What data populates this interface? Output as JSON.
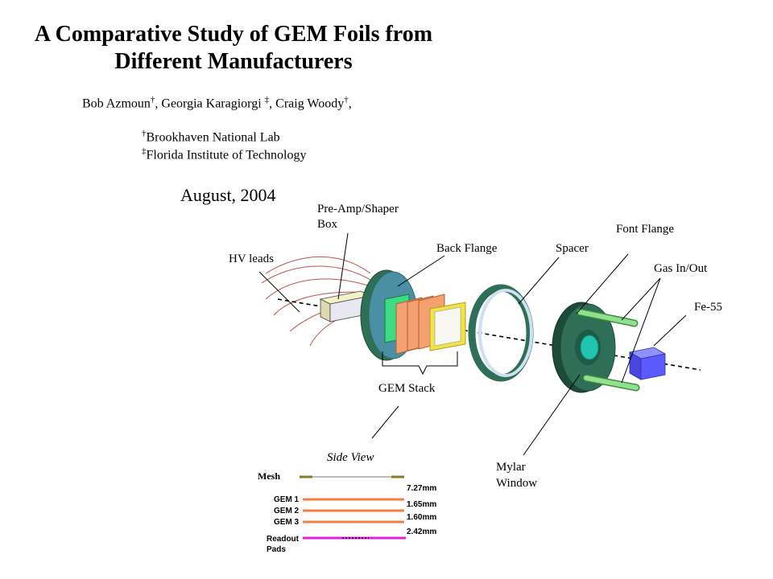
{
  "title": {
    "line1": "A Comparative Study of GEM Foils from",
    "line2": "Different Manufacturers"
  },
  "authors": {
    "a1": "Bob Azmoun",
    "a1_mark": "†",
    "a2": "Georgia Karagiorgi",
    "a2_mark": "‡",
    "a3": "Craig Woody",
    "a3_mark": "†"
  },
  "affiliations": [
    {
      "mark": "†",
      "name": "Brookhaven National Lab"
    },
    {
      "mark": "‡",
      "name": "Florida Institute of Technology"
    }
  ],
  "date": "August, 2004",
  "diagram": {
    "labels": {
      "preamp_line1": "Pre-Amp/Shaper",
      "preamp_line2": "Box",
      "hv_leads": "HV leads",
      "back_flange": "Back Flange",
      "spacer": "Spacer",
      "font_flange": "Font Flange",
      "gas_in_out": "Gas In/Out",
      "fe55": "Fe-55",
      "gem_stack": "GEM Stack",
      "mylar_line1": "Mylar",
      "mylar_line2": "Window"
    },
    "colors": {
      "flange": "#2f6e57",
      "flange_face": "#4b8fa5",
      "gem_green": "#3ddc84",
      "gem_orange": "#f4a070",
      "gem_yellow": "#f2e24a",
      "spacer_ring": "#cfe0f0",
      "source_cube": "#5a5aff",
      "gas_tube": "#8fe08f",
      "window": "#22c4b0"
    }
  },
  "side_view": {
    "title": "Side View",
    "mesh": "Mesh",
    "gem1": "GEM 1",
    "gem2": "GEM 2",
    "gem3": "GEM 3",
    "readout_line1": "Readout",
    "readout_line2": "Pads",
    "gap_mesh_gem1": "7.27mm",
    "gap_gem1_gem2": "1.65mm",
    "gap_gem2_gem3": "1.60mm",
    "gap_gem3_pads": "2.42mm",
    "colors": {
      "mesh": "#bbbbbb",
      "mesh_end": "#8a7a20",
      "gem": "#f08040",
      "pads": "#e020e0"
    }
  }
}
